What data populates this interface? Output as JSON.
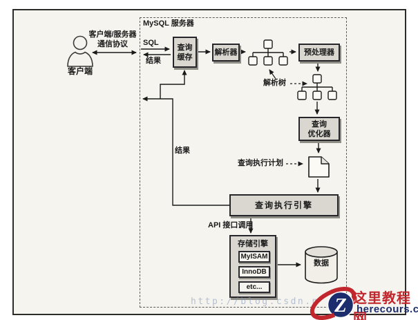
{
  "server": {
    "label": "MySQL 服务器"
  },
  "client": {
    "name": "客户端",
    "protocol_line1": "客户端/服务器",
    "protocol_line2": "通信协议"
  },
  "edges": {
    "sql": "SQL",
    "result_to_client": "结果",
    "result_from_engine": "结果",
    "parse_tree": "解析树",
    "query_plan": "查询执行计划",
    "api_call": "API 接口调用"
  },
  "nodes": {
    "query_cache": {
      "line1": "查询",
      "line2": "缓存"
    },
    "parser": {
      "label": "解析器"
    },
    "preprocessor": {
      "label": "预处理器"
    },
    "optimizer": {
      "line1": "查询",
      "line2": "优化器"
    },
    "execution_engine": {
      "label": "查询执行引擎"
    },
    "storage_engine": {
      "title": "存储引擎",
      "engines": [
        "MyISAM",
        "InnoDB",
        "etc..."
      ]
    },
    "data_store": {
      "label": "数据"
    }
  },
  "watermarks": {
    "faint_url": "http://blog.csdn.n",
    "logo": {
      "letter": "Z",
      "site_name": "这里教程网",
      "site_domain": "herecours.com"
    }
  },
  "colors": {
    "brand_red": "#c1272d",
    "brand_navy": "#1c2d6d",
    "node_fill": "#d9d7d0",
    "paper": "#f5f4ef"
  }
}
